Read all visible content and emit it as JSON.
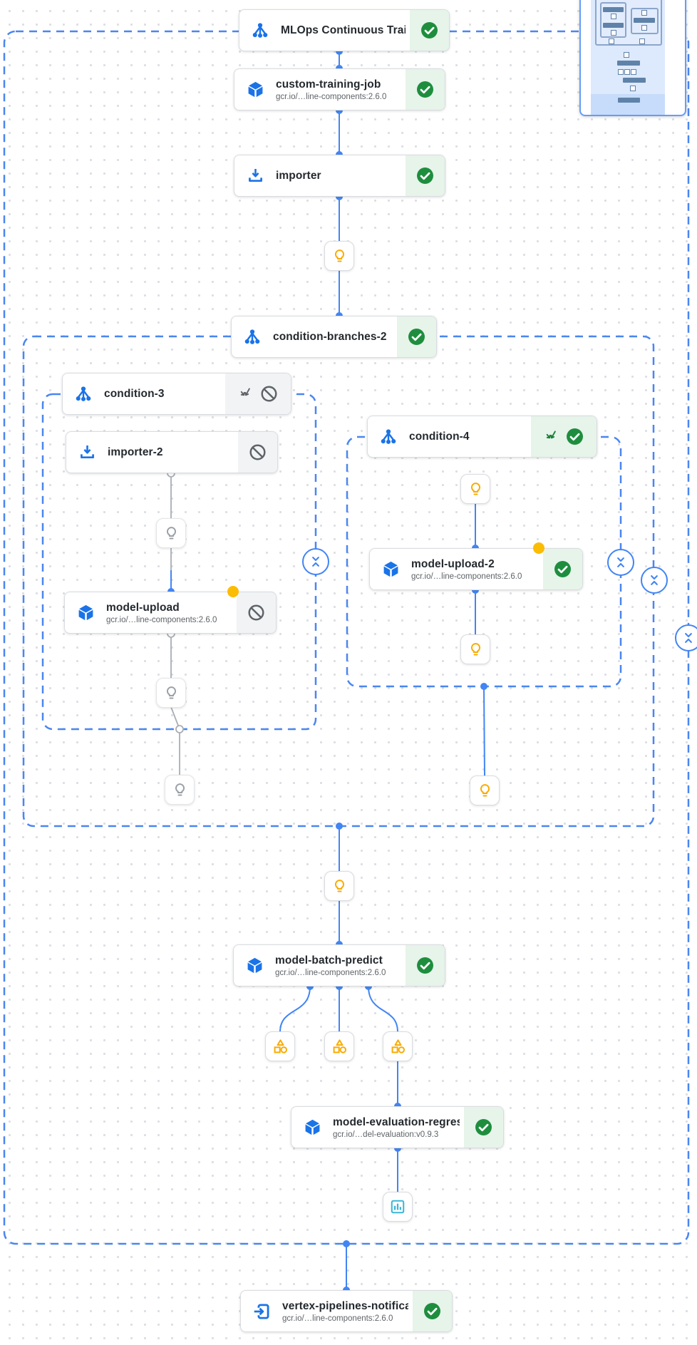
{
  "pipeline": {
    "nodes": [
      {
        "id": "mlops-root",
        "title": "MLOps Continuous Traini…",
        "icon": "condition-branch-icon",
        "status": "succeeded",
        "status_icons": [
          "check-circle-icon"
        ]
      },
      {
        "id": "custom-training-job",
        "title": "custom-training-job",
        "subtitle": "gcr.io/…line-components:2.6.0",
        "icon": "component-cube-icon",
        "status": "succeeded",
        "status_icons": [
          "check-circle-icon"
        ]
      },
      {
        "id": "importer",
        "title": "importer",
        "icon": "importer-download-icon",
        "status": "succeeded",
        "status_icons": [
          "check-circle-icon"
        ]
      },
      {
        "id": "condition-branches-2",
        "title": "condition-branches-2",
        "icon": "condition-branch-icon",
        "status": "succeeded",
        "status_icons": [
          "check-circle-icon"
        ]
      },
      {
        "id": "condition-3",
        "title": "condition-3",
        "icon": "condition-branch-icon",
        "status": "skipped",
        "status_icons": [
          "subdag-arrows-icon",
          "blocked-icon"
        ]
      },
      {
        "id": "importer-2",
        "title": "importer-2",
        "icon": "importer-download-icon",
        "status": "skipped",
        "status_icons": [
          "blocked-icon"
        ]
      },
      {
        "id": "model-upload",
        "title": "model-upload",
        "subtitle": "gcr.io/…line-components:2.6.0",
        "icon": "component-cube-icon",
        "status": "skipped",
        "status_icons": [
          "blocked-icon"
        ],
        "marker": "yellow-dot"
      },
      {
        "id": "condition-4",
        "title": "condition-4",
        "icon": "condition-branch-icon",
        "status": "succeeded",
        "status_icons": [
          "subdag-arrows-icon",
          "check-circle-icon"
        ]
      },
      {
        "id": "model-upload-2",
        "title": "model-upload-2",
        "subtitle": "gcr.io/…line-components:2.6.0",
        "icon": "component-cube-icon",
        "status": "succeeded",
        "status_icons": [
          "check-circle-icon"
        ],
        "marker": "yellow-dot"
      },
      {
        "id": "model-batch-predict",
        "title": "model-batch-predict",
        "subtitle": "gcr.io/…line-components:2.6.0",
        "icon": "component-cube-icon",
        "status": "succeeded",
        "status_icons": [
          "check-circle-icon"
        ]
      },
      {
        "id": "model-evaluation-regression",
        "title": "model-evaluation-regres…",
        "subtitle": "gcr.io/…del-evaluation:v0.9.3",
        "icon": "component-cube-icon",
        "status": "succeeded",
        "status_icons": [
          "check-circle-icon"
        ]
      },
      {
        "id": "vertex-pipelines-notification",
        "title": "vertex-pipelines-notificat…",
        "subtitle": "gcr.io/…line-components:2.6.0",
        "icon": "exit-to-app-icon",
        "status": "succeeded",
        "status_icons": [
          "check-circle-icon"
        ]
      }
    ],
    "small_nodes": {
      "lightbulb_active_count": 5,
      "lightbulb_skipped_count": 3,
      "artifact_shapes_count": 3,
      "metrics_chart_count": 1,
      "icons": [
        "lightbulb-icon",
        "artifact-shapes-icon",
        "metrics-chart-icon"
      ]
    },
    "containers": [
      "pipeline-root",
      "condition-branches-2",
      "condition-3",
      "condition-4"
    ],
    "collapse_buttons": 4
  },
  "minimap": {
    "present": true,
    "viewport": "bottom"
  },
  "colors": {
    "edge_blue": "#4285f4",
    "icon_blue": "#1a73e8",
    "success_green": "#1e8e3e",
    "success_bg": "#e6f4ea",
    "skipped_gray": "#5f6368",
    "skipped_bg": "#f1f3f4",
    "amber": "#f9ab00",
    "marker_yellow": "#fbbc04",
    "cyan": "#3cb6d6",
    "node_border": "#dadce0",
    "gray_edge": "#a8aeb5"
  }
}
